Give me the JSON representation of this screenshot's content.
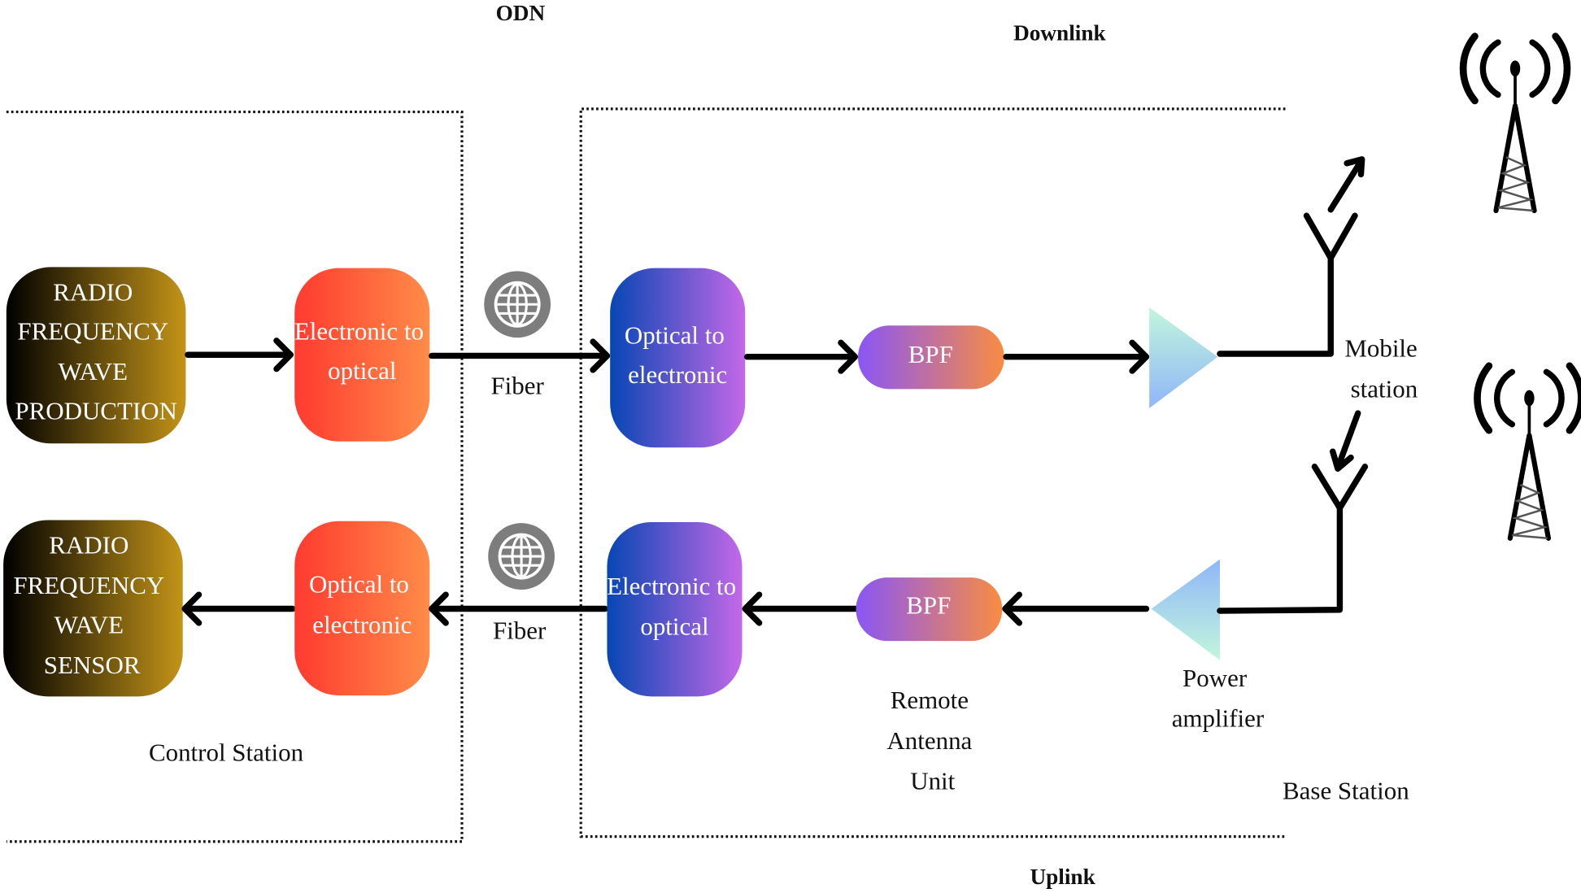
{
  "headers": {
    "odn": "ODN",
    "downlink": "Downlink",
    "uplink": "Uplink"
  },
  "regions": {
    "control_station": "Control Station",
    "base_station": "Base Station",
    "remote_antenna_unit": [
      "Remote",
      "Antenna",
      "Unit"
    ]
  },
  "downlink_chain": {
    "rf_source": [
      "RADIO",
      "FREQUENCY",
      "WAVE",
      "PRODUCTION"
    ],
    "e2o": [
      "Electronic to",
      "optical"
    ],
    "fiber": "Fiber",
    "o2e": [
      "Optical to",
      "electronic"
    ],
    "bpf": "BPF",
    "mobile_station": [
      "Mobile",
      "station"
    ]
  },
  "uplink_chain": {
    "rf_sensor": [
      "RADIO",
      "FREQUENCY",
      "WAVE",
      "SENSOR"
    ],
    "o2e": [
      "Optical to",
      "electronic"
    ],
    "fiber": "Fiber",
    "e2o": [
      "Electronic to",
      "optical"
    ],
    "bpf": "BPF",
    "power_amplifier": [
      "Power",
      "amplifier"
    ]
  },
  "icons": {
    "fiber": "globe-icon",
    "antenna": "antenna-icon",
    "tower": "radio-tower-icon",
    "amplifier": "amplifier-triangle-icon"
  },
  "colors": {
    "rf_box": [
      "#000000",
      "#c49418"
    ],
    "conv_box_red": [
      "#ff3a30",
      "#ff8c48"
    ],
    "conv_box_blue": [
      "#0746b4",
      "#c468e8"
    ],
    "bpf_box": [
      "#8a56f6",
      "#f98c42"
    ],
    "amplifier": [
      "#c2f6dc",
      "#8fb6f8"
    ],
    "globe": "#7d7d7d"
  }
}
